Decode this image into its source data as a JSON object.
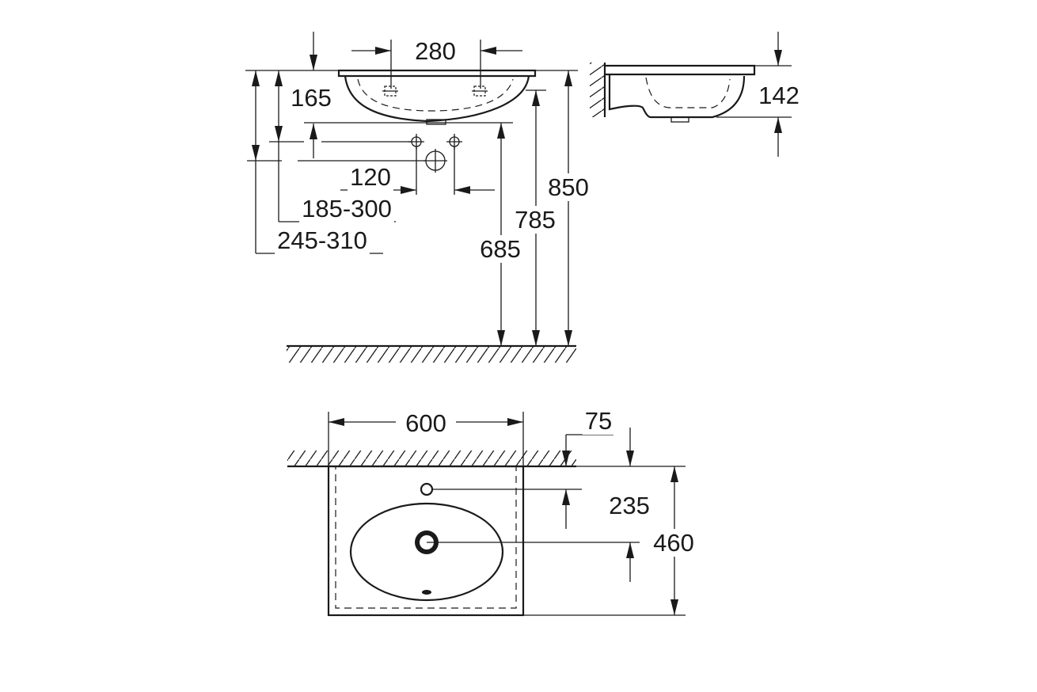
{
  "colors": {
    "line": "#1a1a1a",
    "background": "#ffffff"
  },
  "front_view": {
    "dim_tap_spacing": "280",
    "dim_rim_to_holes": "165",
    "dim_waste_spacing": "120",
    "dim_supply_height": "185-300",
    "dim_waste_height": "245-310",
    "dim_underside_height": "685",
    "dim_bowl_height": "785",
    "dim_rim_height": "850"
  },
  "side_view": {
    "dim_basin_depth": "142"
  },
  "top_view": {
    "dim_width": "600",
    "dim_wall_offset": "75",
    "dim_waste_from_wall": "235",
    "dim_depth": "460"
  }
}
